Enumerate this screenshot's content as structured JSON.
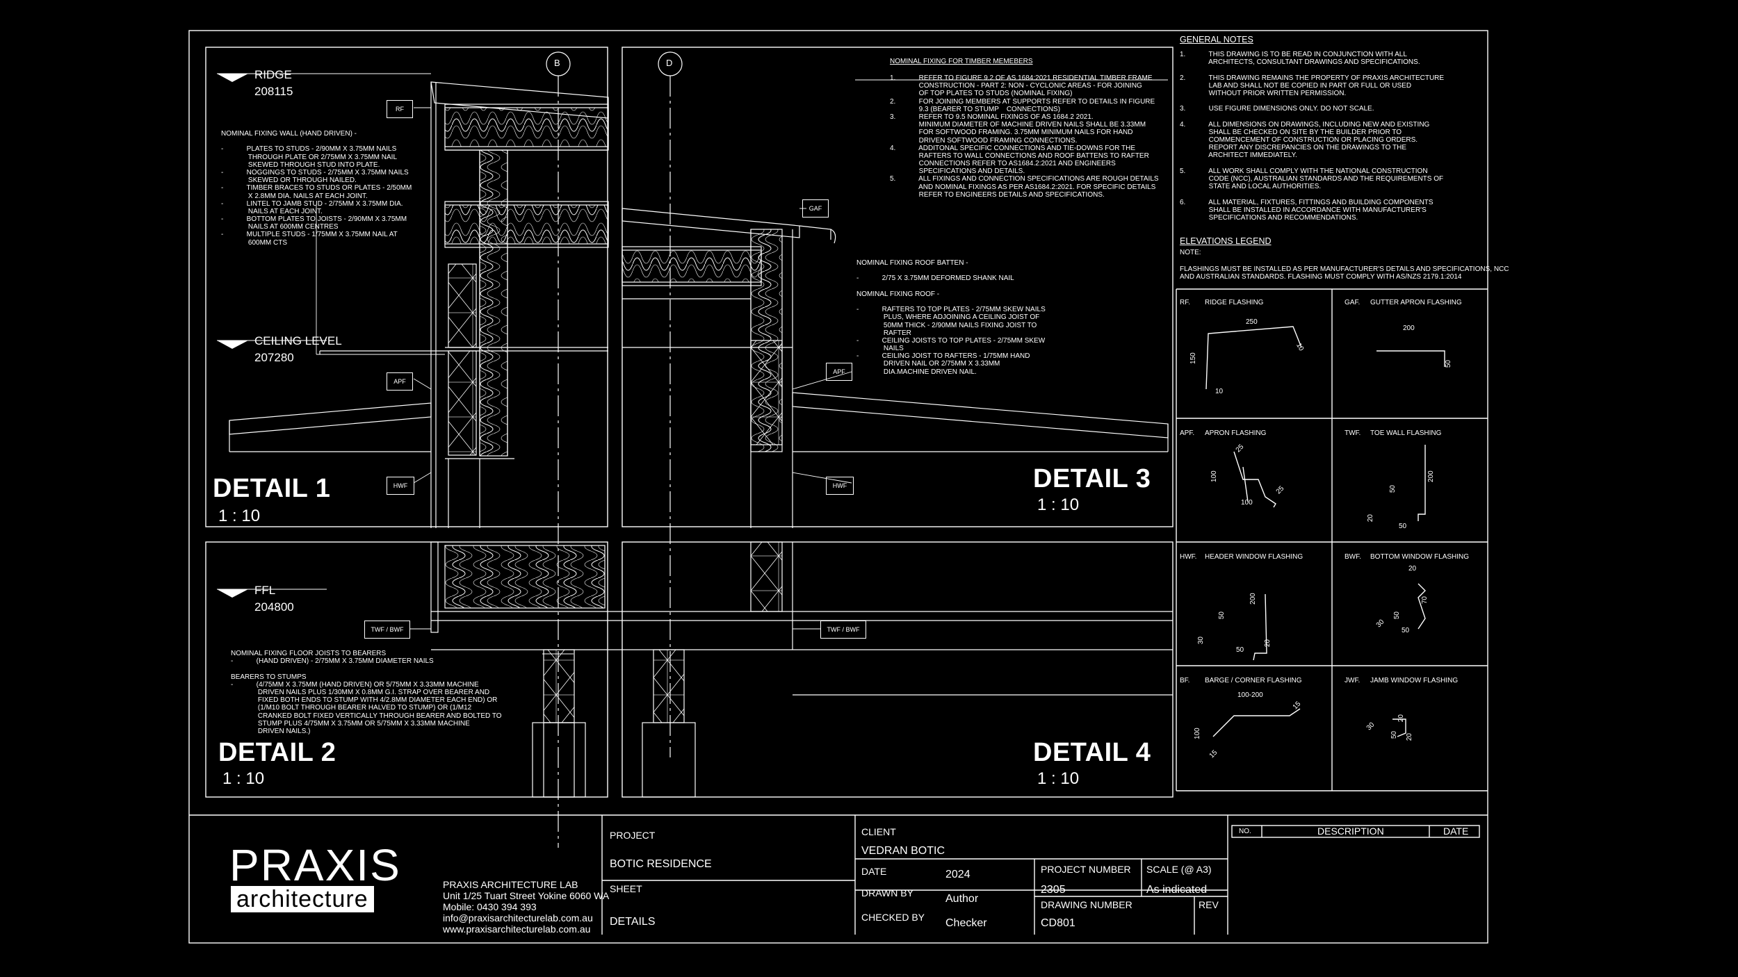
{
  "levels": {
    "ridge_label": "RIDGE",
    "ridge_value": "208115",
    "ceiling_label": "CEILING LEVEL",
    "ceiling_value": "207280",
    "ffl_label": "FFL",
    "ffl_value": "204800"
  },
  "grid_markers": {
    "b": "B",
    "d": "D"
  },
  "details": {
    "d1_title": "DETAIL 1",
    "d1_scale": "1 : 10",
    "d2_title": "DETAIL 2",
    "d2_scale": "1 : 10",
    "d3_title": "DETAIL 3",
    "d3_scale": "1 : 10",
    "d4_title": "DETAIL 4",
    "d4_scale": "1 : 10"
  },
  "tags": {
    "rf": "RF",
    "apf_left": "APF",
    "hwf_left": "HWF",
    "twf_left": "TWF / BWF",
    "gaf": "GAF",
    "apf_right": "APF",
    "hwf_right": "HWF",
    "twf_right": "TWF / BWF"
  },
  "wall_fixing_notes": "NOMINAL FIXING WALL (HAND DRIVEN) -\n\n-            PLATES TO STUDS - 2/90MM X 3.75MM NAILS\n              THROUGH PLATE OR 2/75MM X 3.75MM NAIL\n              SKEWED THROUGH STUD INTO PLATE.\n-            NOGGINGS TO STUDS - 2/75MM X 3.75MM NAILS\n              SKEWED OR THROUGH NAILED.\n-            TIMBER BRACES TO STUDS OR PLATES - 2/50MM\n              X 2.8MM DIA. NAILS AT EACH JOINT.\n-            LINTEL TO JAMB STUD - 2/75MM X 3.75MM DIA.\n              NAILS AT EACH JOINT.\n-            BOTTOM PLATES TO JOISTS - 2/90MM X 3.75MM\n              NAILS AT 600MM CENTRES\n-            MULTIPLE STUDS - 1/75MM X 3.75MM NAIL AT\n              600MM CTS",
  "floor_fixing_notes": "NOMINAL FIXING FLOOR JOISTS TO BEARERS\n-            (HAND DRIVEN) - 2/75MM X 3.75MM DIAMETER NAILS\n\nBEARERS TO STUMPS\n-            (4/75MM X 3.75MM (HAND DRIVEN) OR 5/75MM X 3.33MM MACHINE\n              DRIVEN NAILS PLUS 1/30MM X 0.8MM G.I. STRAP OVER BEARER AND\n              FIXED BOTH ENDS TO STUMP WITH 4/2.8MM DIAMETER EACH END) OR\n              (1/M10 BOLT THROUGH BEARER HALVED TO STUMP) OR (1/M12\n              CRANKED BOLT FIXED VERTICALLY THROUGH BEARER AND BOLTED TO\n              STUMP PLUS 4/75MM X 3.75MM OR 5/75MM X 3.33MM MACHINE\n              DRIVEN NAILS.)",
  "timber_members": {
    "title": "NOMINAL FIXING FOR TIMBER MEMEBERS",
    "body": "1.            REFER TO FIGURE 9.2 OF AS 1684:2021 RESIDENTIAL TIMBER FRAME\n               CONSTRUCTION - PART 2: NON - CYCLONIC AREAS - FOR JOINING\n               OF TOP PLATES TO STUDS (NOMINAL FIXING)\n2.            FOR JOINING MEMBERS AT SUPPORTS REFER TO DETAILS IN FIGURE\n               9.3 (BEARER TO STUMP    CONNECTIONS)\n3.            REFER TO 9.5 NOMINAL FIXINGS OF AS 1684.2 2021.\n               MINIMUM DIAMETER OF MACHINE DRIVEN NAILS SHALL BE 3.33MM\n               FOR SOFTWOOD FRAMING. 3.75MM MINIMUM NAILS FOR HAND\n               DRIVEN SOFTWOOD FRAMING CONNECTIONS.\n4.            ADDITONAL SPECIFIC CONNECTIONS AND TIE-DOWNS FOR THE\n               RAFTERS TO WALL CONNECTIONS AND ROOF BATTENS TO RAFTER\n               CONNECTIONS REFER TO AS1684.2:2021 AND ENGINEERS\n               SPECIFICATIONS AND DETAILS.\n5.            ALL FIXINGS AND CONNECTION SPECIFICATIONS ARE ROUGH DETAILS\n               AND NOMINAL FIXINGS AS PER AS1684.2:2021. FOR SPECIFIC DETAILS\n               REFER TO ENGINEERS DETAILS AND SPECIFICATIONS."
  },
  "roof_fixing_notes": "NOMINAL FIXING ROOF BATTEN -\n\n-            2/75 X 3.75MM DEFORMED SHANK NAIL\n\nNOMINAL FIXING ROOF -\n\n-            RAFTERS TO TOP PLATES - 2/75MM SKEW NAILS\n              PLUS, WHERE ADJOINING A CEILING JOIST OF\n              50MM THICK - 2/90MM NAILS FIXING JOIST TO\n              RAFTER\n-            CEILING JOISTS TO TOP PLATES - 2/75MM SKEW\n              NAILS\n-            CEILING JOIST TO RAFTERS - 1/75MM HAND\n              DRIVEN NAIL OR 2/75MM X 3.33MM\n              DIA.MACHINE DRIVEN NAIL.",
  "general_notes": {
    "title": "GENERAL NOTES",
    "body": "1.            THIS DRAWING IS TO BE READ IN CONJUNCTION WITH ALL\n               ARCHITECTS, CONSULTANT DRAWINGS AND SPECIFICATIONS.\n\n2.            THIS DRAWING REMAINS THE PROPERTY OF PRAXIS ARCHITECTURE\n               LAB AND SHALL NOT BE COPIED IN PART OR FULL OR USED\n               WITHOUT PRIOR WRITTEN PERMISSION.\n\n3.            USE FIGURE DIMENSIONS ONLY. DO NOT SCALE.\n\n4.            ALL DIMENSIONS ON DRAWINGS, INCLUDING NEW AND EXISTING\n               SHALL BE CHECKED ON SITE BY THE BUILDER PRIOR TO\n               COMMENCEMENT OF CONSTRUCTION OR PLACING ORDERS.\n               REPORT ANY DISCREPANCIES ON THE DRAWINGS TO THE\n               ARCHITECT IMMEDIATELY.\n\n5.            ALL WORK SHALL COMPLY WITH THE NATIONAL CONSTRUCTION\n               CODE (NCC), AUSTRALIAN STANDARDS AND THE REQUIREMENTS OF\n               STATE AND LOCAL AUTHORITIES.\n\n6.            ALL MATERIAL, FIXTURES, FITTINGS AND BUILDING COMPONENTS\n               SHALL BE INSTALLED IN ACCORDANCE WITH MANUFACTURER'S\n               SPECIFICATIONS AND RECOMMENDATIONS."
  },
  "legend": {
    "title": "ELEVATIONS LEGEND",
    "note_label": "NOTE:",
    "note": "FLASHINGS MUST BE INSTALLED AS PER MANUFACTURER'S DETAILS AND SPECIFICATIONS, NCC\nAND AUSTRALIAN STANDARDS. FLASHING MUST COMPLY WITH AS/NZS 2179.1:2014"
  },
  "flashings": {
    "rf_code": "RF.",
    "rf_name": "RIDGE FLASHING",
    "rf_d1": "250",
    "rf_d2": "150",
    "rf_d3": "10",
    "rf_d4": "10",
    "gaf_code": "GAF.",
    "gaf_name": "GUTTER APRON FLASHING",
    "gaf_d1": "200",
    "gaf_d2": "50",
    "apf_code": "APF.",
    "apf_name": "APRON FLASHING",
    "apf_d1": "100",
    "apf_d2": "100",
    "apf_d3": "25",
    "apf_d4": "25",
    "twf_code": "TWF.",
    "twf_name": "TOE WALL FLASHING",
    "twf_d1": "200",
    "twf_d2": "50",
    "twf_d3": "50",
    "twf_d4": "20",
    "hwf_code": "HWF.",
    "hwf_name": "HEADER WINDOW FLASHING",
    "hwf_d1": "200",
    "hwf_d2": "50",
    "hwf_d3": "50",
    "hwf_d4": "30",
    "hwf_d5": "20",
    "bwf_code": "BWF.",
    "bwf_name": "BOTTOM  WINDOW FLASHING",
    "bwf_d1": "20",
    "bwf_d2": "70",
    "bwf_d3": "50",
    "bwf_d4": "30",
    "bwf_d5": "50",
    "bf_code": "BF.",
    "bf_name": "BARGE / CORNER FLASHING",
    "bf_d1": "100-200",
    "bf_d2": "100",
    "bf_d3": "15",
    "bf_d4": "15",
    "jwf_code": "JWF.",
    "jwf_name": "JAMB  WINDOW FLASHING",
    "jwf_d1": "20",
    "jwf_d2": "30",
    "jwf_d3": "50",
    "jwf_d4": "20"
  },
  "title_block": {
    "logo_top": "PRAXIS",
    "logo_bottom": "architecture",
    "firm": "PRAXIS ARCHITECTURE LAB",
    "address": "Unit 1/25 Tuart Street Yokine 6060 WA",
    "mobile": "Mobile: 0430 394 393",
    "email": "info@praxisarchitecturelab.com.au",
    "web": "www.praxisarchitecturelab.com.au",
    "project_label": "PROJECT",
    "project": "BOTIC RESIDENCE",
    "sheet_label": "SHEET",
    "sheet": "DETAILS",
    "client_label": "CLIENT",
    "client": "VEDRAN BOTIC",
    "date_label": "DATE",
    "date": "2024",
    "drawn_label": "DRAWN BY",
    "drawn": "Author",
    "checked_label": "CHECKED BY",
    "checked": "Checker",
    "projnum_label": "PROJECT NUMBER",
    "projnum": "2305",
    "scale_label": "SCALE (@ A3)",
    "scale": "As indicated",
    "drawnum_label": "DRAWING NUMBER",
    "drawnum": "CD801",
    "rev_label": "REV",
    "rev_no": "NO.",
    "rev_desc": "DESCRIPTION",
    "rev_date": "DATE"
  }
}
